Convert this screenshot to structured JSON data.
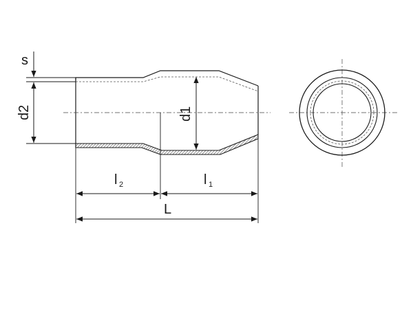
{
  "colors": {
    "line": "#1a1a1a",
    "hatch": "#777777",
    "dash": "#555555",
    "background": "#ffffff"
  },
  "labels": {
    "s": "s",
    "d2": "d2",
    "d1": "d1",
    "l2_main": "l",
    "l2_sub": "2",
    "l1_main": "l",
    "l1_sub": "1",
    "L": "L"
  }
}
